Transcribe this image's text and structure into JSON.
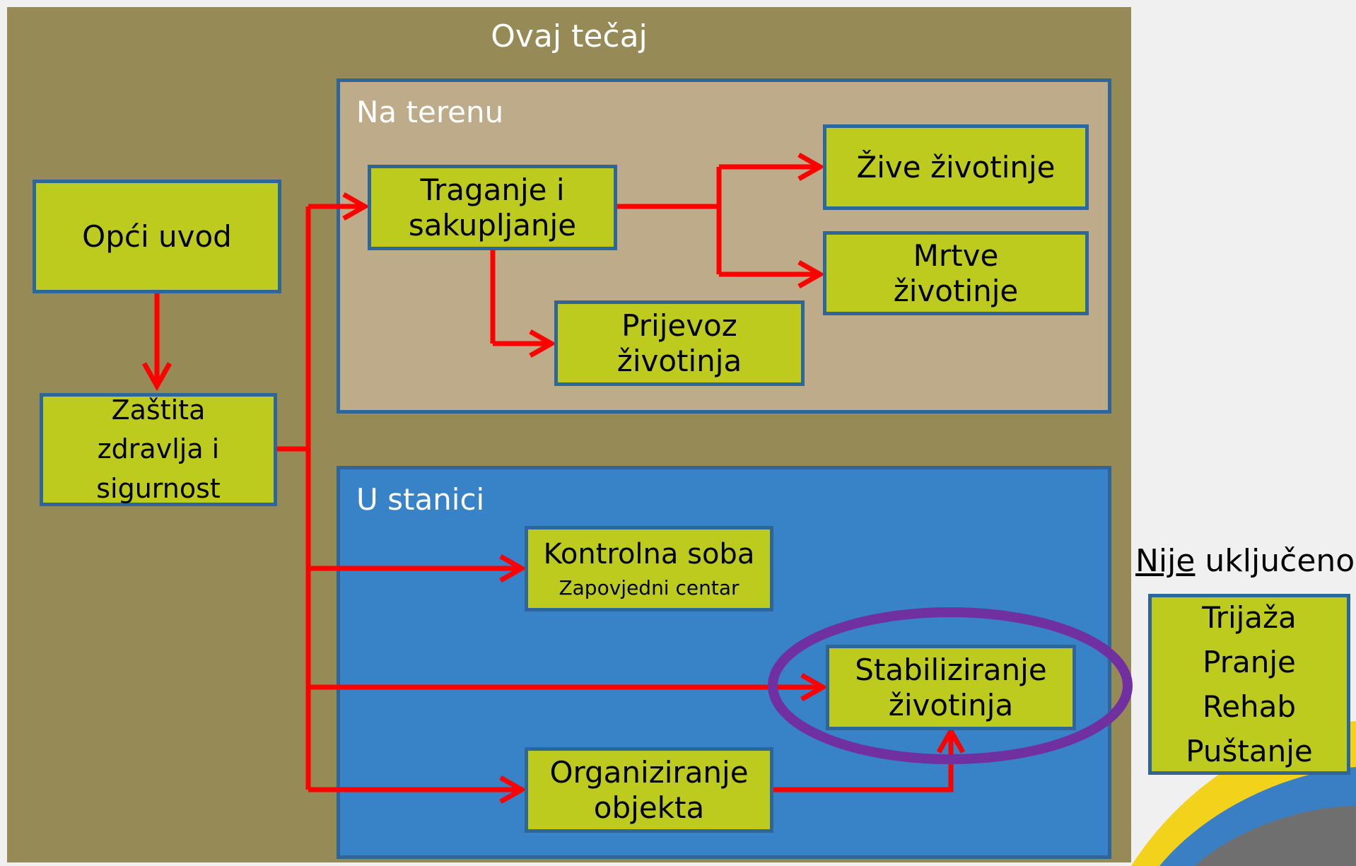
{
  "title": "Ovaj tečaj",
  "groups": {
    "field": "Na terenu",
    "station": "U stanici"
  },
  "boxes": {
    "general_intro": "Opći uvod",
    "health_safety": [
      "Zaštita",
      "zdravlja i",
      "sigurnost"
    ],
    "search_collect": [
      "Traganje i",
      "sakupljanje"
    ],
    "live_animals": "Žive životinje",
    "dead_animals": [
      "Mrtve",
      "životinje"
    ],
    "transport": [
      "Prijevoz",
      "životinja"
    ],
    "control_room": "Kontrolna soba",
    "control_room_sub": "Zapovjedni centar",
    "stabilization": [
      "Stabiliziranje",
      "životinja"
    ],
    "facility_setup": [
      "Organiziranje",
      "objekta"
    ]
  },
  "not_included": {
    "label_underlined": "Nije",
    "label_rest": " uključeno",
    "items": [
      "Trijaža",
      "Pranje",
      "Rehab",
      "Puštanje"
    ]
  },
  "colors": {
    "outer": "#968b56",
    "field_panel": "#bdab89",
    "station_panel": "#3882c7",
    "box_fill": "#bdcb1f",
    "box_border": "#2f6699",
    "arrow": "#ff0000",
    "highlight_ellipse": "#7030a0"
  }
}
